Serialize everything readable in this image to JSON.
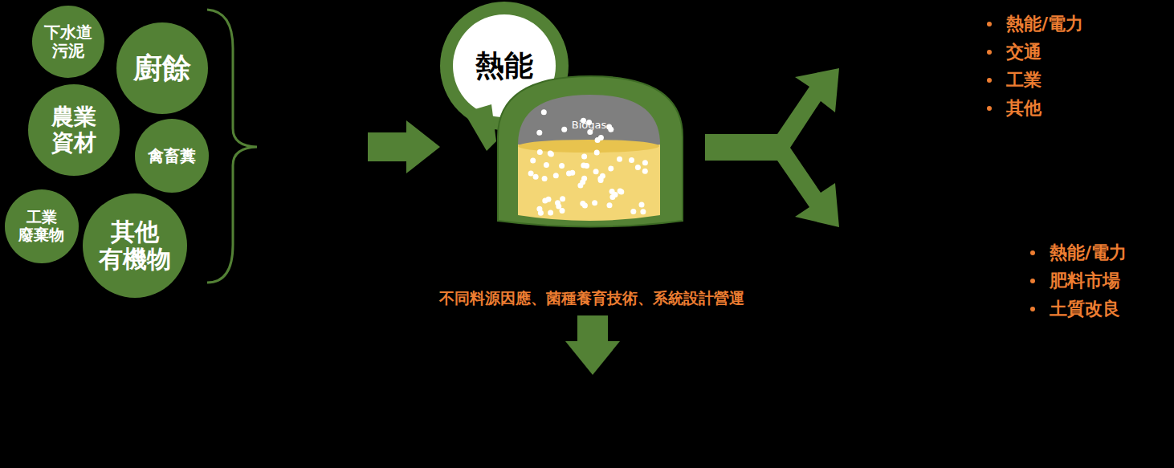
{
  "diagram": {
    "nodes": [
      {
        "text": [
          "下水道 污泥"
        ]
      },
      {
        "text": [
          "廚餘"
        ]
      },
      {
        "text": [
          "農業 資材"
        ]
      },
      {
        "text": [
          "禽畜糞"
        ]
      },
      {
        "text": [
          "工業 廢棄物"
        ]
      },
      {
        "text": [
          "其他 有機物"
        ]
      },
      {
        "text": [
          "熱能"
        ]
      },
      {
        "text": [
          "Biogas"
        ]
      }
    ],
    "labels": [
      "熱能/電力",
      "交通",
      "工業",
      "其他",
      "熱能/電力",
      "肥料市場",
      "土質改良",
      "不同料源因應、菌種養育技術、系統設計營運"
    ]
  }
}
